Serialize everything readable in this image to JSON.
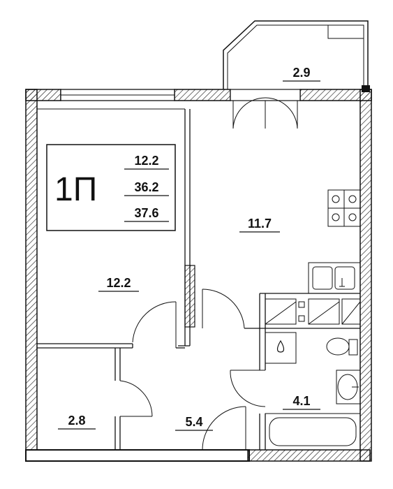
{
  "apartment": {
    "type_code": "1П",
    "areas": {
      "living": "12.2",
      "total": "36.2",
      "total_with_balcony": "37.6"
    }
  },
  "rooms": {
    "balcony": "2.9",
    "kitchen": "11.7",
    "bedroom": "12.2",
    "storage": "2.8",
    "hall": "5.4",
    "bathroom": "4.1"
  }
}
